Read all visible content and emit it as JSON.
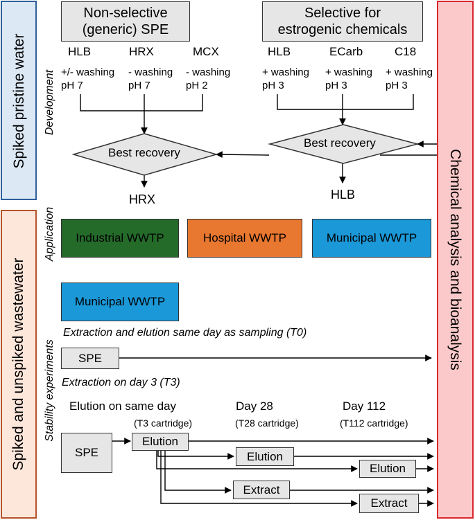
{
  "side_bars": {
    "pristine": "Spiked pristine water",
    "wastewater": "Spiked and unspiked wastewater",
    "chemical": "Chemical analysis and bioanalysis"
  },
  "section_labels": {
    "development": "Development",
    "application": "Application",
    "stability": "Stability experiments"
  },
  "top_headers": {
    "non_selective": "Non-selective\n(generic) SPE",
    "selective": "Selective for\nestrogenic chemicals"
  },
  "sorbents": [
    "HLB",
    "HRX",
    "MCX",
    "HLB",
    "ECarb",
    "C18"
  ],
  "conditions": [
    "+/- washing\npH 7",
    "- washing\npH 7",
    "- washing\npH 2",
    "+ washing\npH 3",
    "+ washing\npH 3",
    "+ washing\npH 3"
  ],
  "decisions": [
    "Best recovery",
    "Best recovery"
  ],
  "results": [
    "HRX",
    "HLB"
  ],
  "application_boxes": [
    {
      "label": "Industrial WWTP",
      "color": "#246b2a"
    },
    {
      "label": "Hospital WWTP",
      "color": "#e8772f"
    },
    {
      "label": "Municipal WWTP",
      "color": "#1b98d8"
    }
  ],
  "stability": {
    "source_box": "Municipal WWTP",
    "t0_text": "Extraction and elution same day as sampling (T0)",
    "t3_text": "Extraction on day 3 (T3)",
    "spe": "SPE",
    "col_headers": [
      "Elution on same day",
      "Day 28",
      "Day 112"
    ],
    "col_subs": [
      "(T3 cartridge)",
      "(T28 cartridge)",
      "(T112 cartridge)"
    ],
    "elution": "Elution",
    "extract": "Extract"
  },
  "colors": {
    "pristine_bg": "#dce9f5",
    "pristine_border": "#2f5f9a",
    "waste_bg": "#fde6da",
    "waste_border": "#b5532b",
    "chem_bg": "#fbc9c9",
    "chem_border": "#d9272e",
    "gray_box": "#e6e6e6"
  }
}
